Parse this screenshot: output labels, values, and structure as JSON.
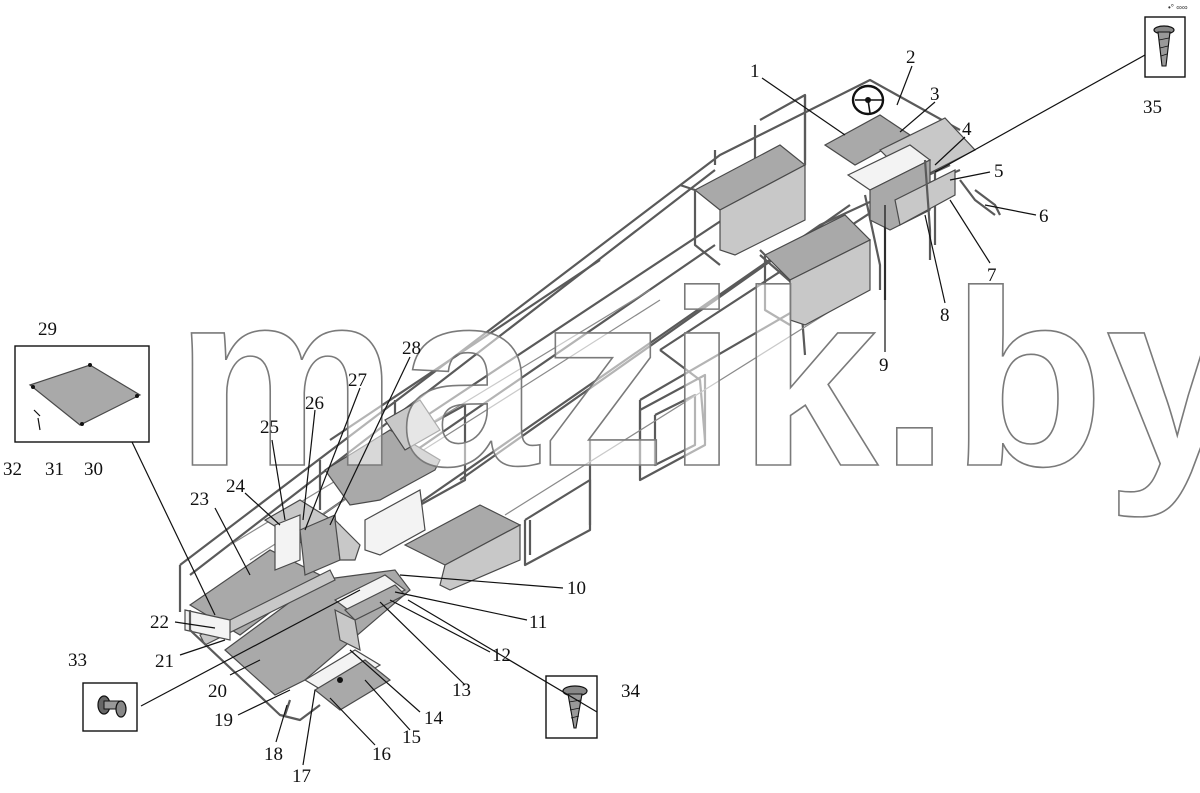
{
  "watermark": "mazik.by",
  "corner_mark": "•° ∞∞",
  "callouts": [
    {
      "id": "c1",
      "text": "1"
    },
    {
      "id": "c2",
      "text": "2"
    },
    {
      "id": "c3",
      "text": "3"
    },
    {
      "id": "c4",
      "text": "4"
    },
    {
      "id": "c5",
      "text": "5"
    },
    {
      "id": "c6",
      "text": "6"
    },
    {
      "id": "c7",
      "text": "7"
    },
    {
      "id": "c8",
      "text": "8"
    },
    {
      "id": "c9",
      "text": "9"
    },
    {
      "id": "c10",
      "text": "10"
    },
    {
      "id": "c11",
      "text": "11"
    },
    {
      "id": "c12",
      "text": "12"
    },
    {
      "id": "c13",
      "text": "13"
    },
    {
      "id": "c14",
      "text": "14"
    },
    {
      "id": "c15",
      "text": "15"
    },
    {
      "id": "c16",
      "text": "16"
    },
    {
      "id": "c17",
      "text": "17"
    },
    {
      "id": "c18",
      "text": "18"
    },
    {
      "id": "c19",
      "text": "19"
    },
    {
      "id": "c20",
      "text": "20"
    },
    {
      "id": "c21",
      "text": "21"
    },
    {
      "id": "c22",
      "text": "22"
    },
    {
      "id": "c23",
      "text": "23"
    },
    {
      "id": "c24",
      "text": "24"
    },
    {
      "id": "c25",
      "text": "25"
    },
    {
      "id": "c26",
      "text": "26"
    },
    {
      "id": "c27",
      "text": "27"
    },
    {
      "id": "c28",
      "text": "28"
    },
    {
      "id": "c29",
      "text": "29"
    },
    {
      "id": "c30",
      "text": "30"
    },
    {
      "id": "c31",
      "text": "31"
    },
    {
      "id": "c32",
      "text": "32"
    },
    {
      "id": "c33",
      "text": "33"
    },
    {
      "id": "c34",
      "text": "34"
    },
    {
      "id": "c35",
      "text": "35"
    }
  ]
}
